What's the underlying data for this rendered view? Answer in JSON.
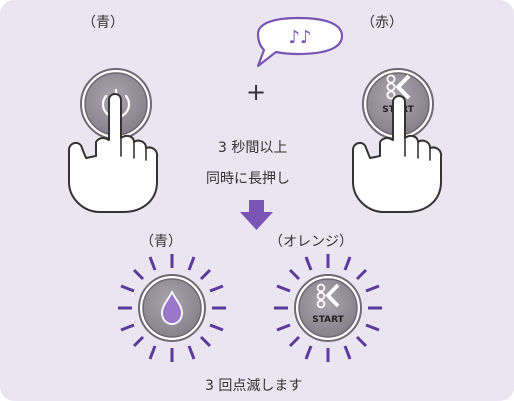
{
  "labels": {
    "top_left": "（青）",
    "top_right": "（赤）",
    "instruction_line1": "3 秒間以上",
    "instruction_line2": "同時に長押し",
    "result_left": "（青）",
    "result_right": "（オレンジ）",
    "result_caption": "3 回点滅します"
  },
  "sound_bubble": "♪♪",
  "plus_sign": "+",
  "button_text": {
    "start_top": "START",
    "start_bottom": "START"
  },
  "colors": {
    "background": "#e9e6f1",
    "button_gray": "#8f8c96",
    "button_ring": "#6d6975",
    "accent_purple": "#7a55b6",
    "flash_dash": "#5a3a9e"
  },
  "icons": {
    "power": "power-icon",
    "start": "start-icon",
    "water": "water-drop-icon",
    "hand": "pointing-hand-icon",
    "arrow": "down-arrow-icon"
  }
}
